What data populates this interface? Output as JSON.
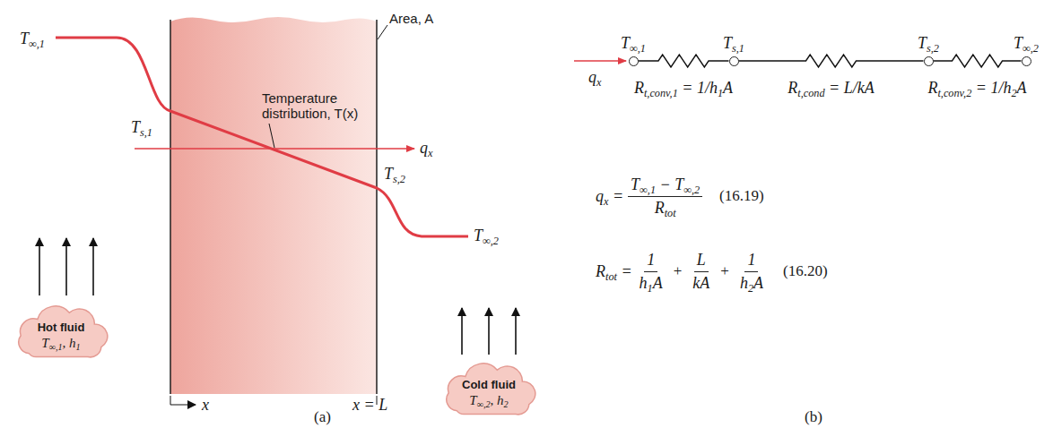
{
  "diagram": {
    "nodes": [
      {
        "text": [
          "Hot fluid",
          "T∞,1, h1"
        ]
      },
      {
        "text": [
          "Cold fluid",
          "T∞,2, h2"
        ]
      },
      {
        "text": [
          "T∞,1"
        ]
      },
      {
        "text": [
          "Ts,1"
        ]
      },
      {
        "text": [
          "Ts,2"
        ]
      },
      {
        "text": [
          "T∞,2"
        ]
      }
    ],
    "edges": [
      {
        "from": 2,
        "to": 3,
        "arrow": "none",
        "label": "Rt,conv,1 = 1/h1A"
      },
      {
        "from": 3,
        "to": 4,
        "arrow": "none",
        "label": "Rt,cond = L/kA"
      },
      {
        "from": 4,
        "to": 5,
        "arrow": "none",
        "label": "Rt,conv,2 = 1/h2A"
      }
    ],
    "labels": [
      "T∞,1",
      "Area, A",
      "Temperature distribution, T(x)",
      "qx",
      "Ts,1",
      "Ts,2",
      "T∞,2",
      "x",
      "x = L",
      "(a)",
      "qx",
      "qx =",
      "T∞,1 − T∞,2",
      "Rtot",
      "(16.19)",
      "Rtot =",
      "1",
      "h1A",
      "+",
      "L",
      "kA",
      "+",
      "1",
      "h2A",
      "(16.20)",
      "(b)"
    ]
  }
}
